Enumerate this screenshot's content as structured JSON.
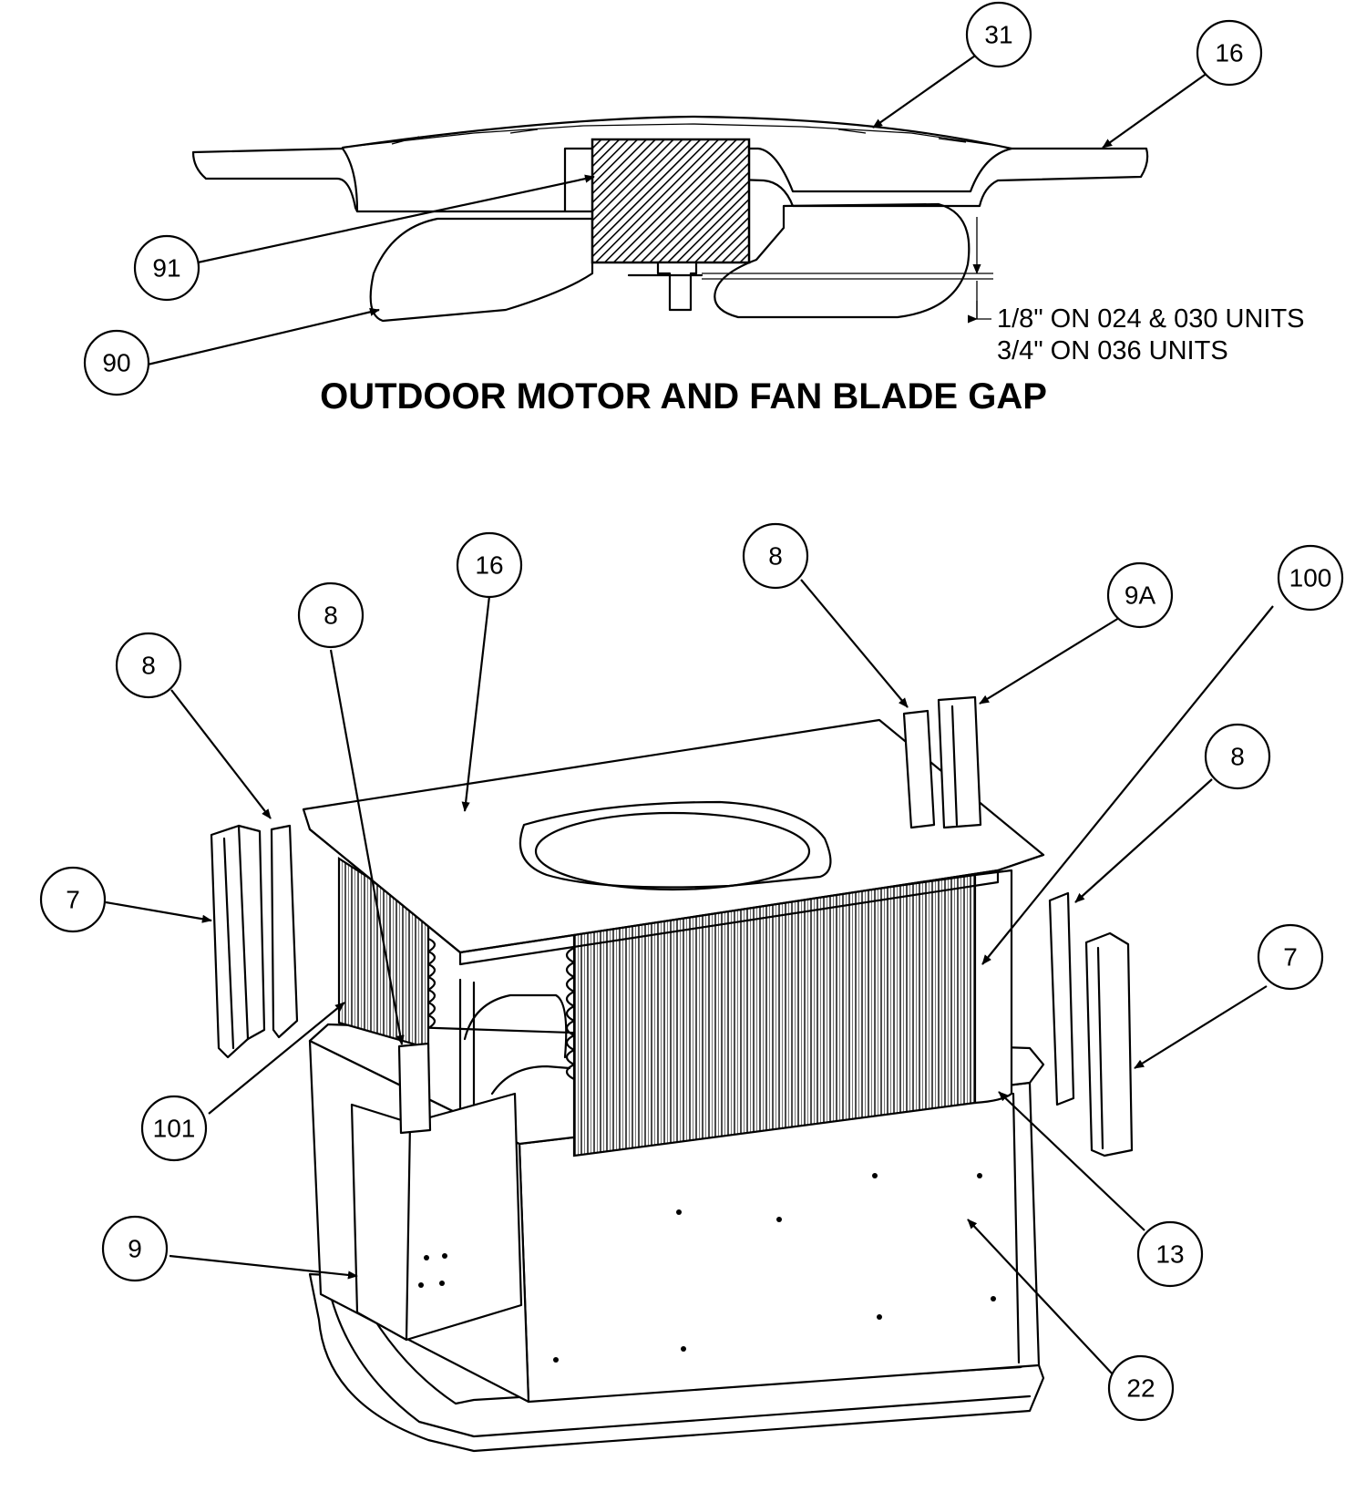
{
  "title": "OUTDOOR MOTOR AND FAN BLADE GAP",
  "gap_notes": [
    "1/8\" ON 024 & 030 UNITS",
    "3/4\" ON 036 UNITS"
  ],
  "callouts": [
    {
      "id": "c31",
      "label": "31"
    },
    {
      "id": "c16a",
      "label": "16"
    },
    {
      "id": "c91",
      "label": "91"
    },
    {
      "id": "c90",
      "label": "90"
    },
    {
      "id": "c16b",
      "label": "16"
    },
    {
      "id": "c8a",
      "label": "8"
    },
    {
      "id": "c8b",
      "label": "8"
    },
    {
      "id": "c8c",
      "label": "8"
    },
    {
      "id": "c9a",
      "label": "9A"
    },
    {
      "id": "c100",
      "label": "100"
    },
    {
      "id": "c8d",
      "label": "8"
    },
    {
      "id": "c7a",
      "label": "7"
    },
    {
      "id": "c7b",
      "label": "7"
    },
    {
      "id": "c101",
      "label": "101"
    },
    {
      "id": "c13",
      "label": "13"
    },
    {
      "id": "c9",
      "label": "9"
    },
    {
      "id": "c22",
      "label": "22"
    }
  ]
}
